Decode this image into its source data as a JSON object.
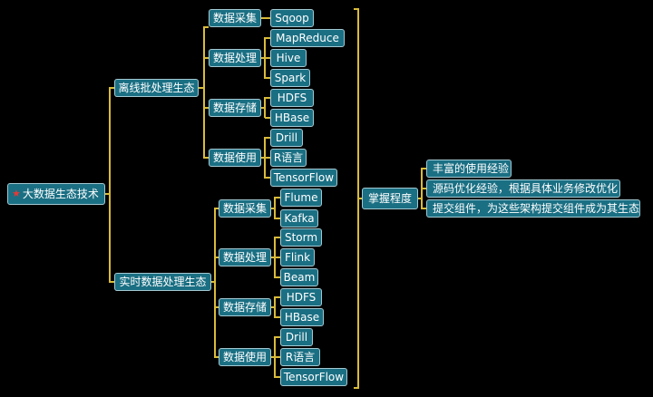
{
  "root": {
    "label": "大数据生态技术"
  },
  "offline": {
    "label": "离线批处理生态",
    "groups": [
      {
        "label": "数据采集",
        "items": [
          "Sqoop"
        ]
      },
      {
        "label": "数据处理",
        "items": [
          "MapReduce",
          "Hive",
          "Spark"
        ]
      },
      {
        "label": "数据存储",
        "items": [
          "HDFS",
          "HBase"
        ]
      },
      {
        "label": "数据使用",
        "items": [
          "Drill",
          "R语言",
          "TensorFlow"
        ]
      }
    ]
  },
  "realtime": {
    "label": "实时数据处理生态",
    "groups": [
      {
        "label": "数据采集",
        "items": [
          "Flume",
          "Kafka"
        ]
      },
      {
        "label": "数据处理",
        "items": [
          "Storm",
          "Flink",
          "Beam"
        ]
      },
      {
        "label": "数据存储",
        "items": [
          "HDFS",
          "HBase"
        ]
      },
      {
        "label": "数据使用",
        "items": [
          "Drill",
          "R语言",
          "TensorFlow"
        ]
      }
    ]
  },
  "mastery": {
    "label": "掌握程度",
    "items": [
      "丰富的使用经验",
      "源码优化经验，根据具体业务修改优化",
      "提交组件，为这些架构提交组件成为其生态"
    ]
  },
  "colors": {
    "background": "#000000",
    "node_fill": "#1a6f83",
    "node_border": "#a3c9d3",
    "connector": "#d9bb3a",
    "star": "#e53935"
  }
}
